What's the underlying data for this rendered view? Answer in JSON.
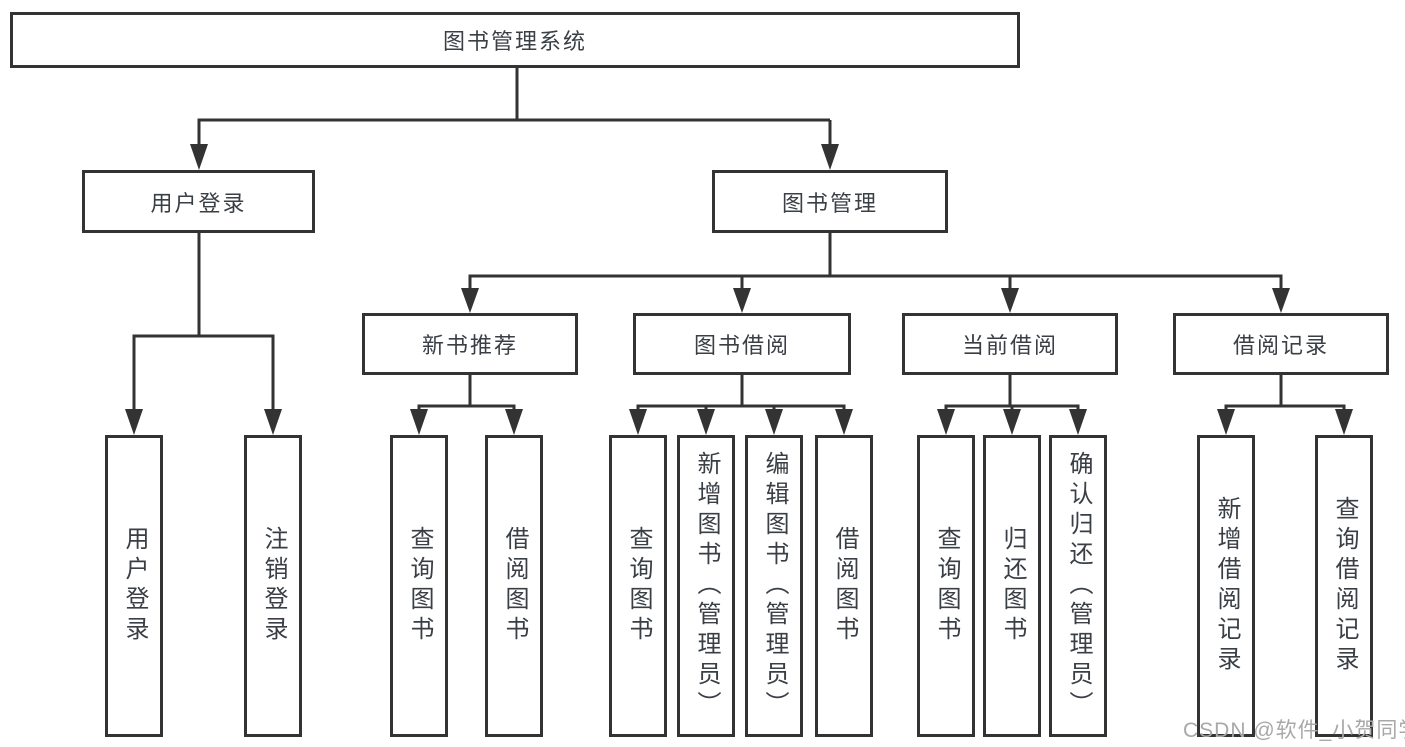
{
  "title": "图书管理系统",
  "level2": {
    "user_login": "用户登录",
    "book_mgmt": "图书管理"
  },
  "level3": {
    "new_book": "新书推荐",
    "borrow": "图书借阅",
    "current": "当前借阅",
    "records": "借阅记录"
  },
  "leaves": {
    "user_login": "用户登录",
    "logout": "注销登录",
    "nb_query": "查询图书",
    "nb_borrow": "借阅图书",
    "bw_query": "查询图书",
    "bw_add": "新增图书（管理员）",
    "bw_edit": "编辑图书（管理员）",
    "bw_borrow": "借阅图书",
    "cur_query": "查询图书",
    "cur_return": "归还图书",
    "cur_confirm": "确认归还（管理员）",
    "rec_add": "新增借阅记录",
    "rec_query": "查询借阅记录"
  },
  "watermark": "CSDN @软件_小贺同学",
  "colors": {
    "line": "#333333",
    "text": "#3a3f45",
    "background": "#ffffff",
    "watermark": "#a8a8a8"
  }
}
